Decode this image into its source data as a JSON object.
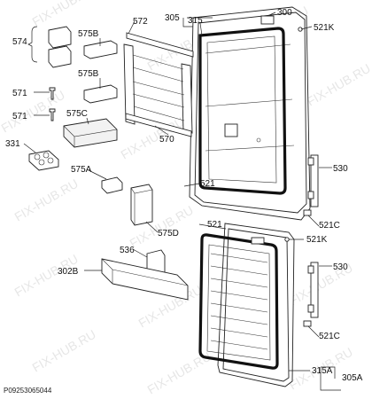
{
  "labels": {
    "l305": "305",
    "l315": "315",
    "l300": "300",
    "l521k_top": "521K",
    "l574": "574",
    "l575b_1": "575B",
    "l572": "572",
    "l575b_2": "575B",
    "l571_1": "571",
    "l571_2": "571",
    "l575c": "575C",
    "l570": "570",
    "l331": "331",
    "l575a": "575A",
    "l521_mid": "521",
    "l530_top": "530",
    "l521c_top": "521C",
    "l575d": "575D",
    "l521_low": "521",
    "l521k_low": "521K",
    "l536": "536",
    "l302b": "302B",
    "l530_low": "530",
    "l521c_low": "521C",
    "l315a": "315A",
    "l305a": "305A"
  },
  "watermark": "FIX-HUB.RU",
  "diagram_code": "P09253065044"
}
